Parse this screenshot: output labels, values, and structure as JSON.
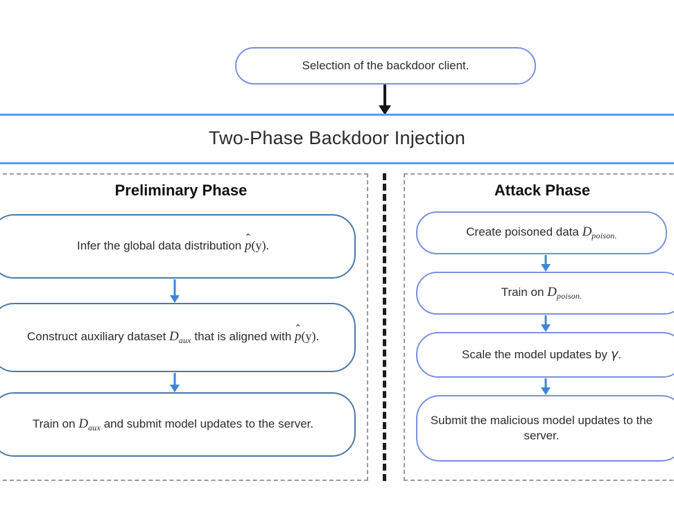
{
  "figure": {
    "title": "Two-Phase Backdoor Injection",
    "accent_blue": "#5b9bf0",
    "node_border_steel": "#4a77a8",
    "node_border_periwinkle": "#7a90dd",
    "arrow_blue": "#3f86d2",
    "arrow_black": "#161616",
    "panel_dash_gray": "#9a9a9a",
    "divider_black": "#1c1c1c"
  },
  "top_node": {
    "label": "Selection of the backdoor client."
  },
  "preliminary_phase": {
    "heading": "Preliminary Phase",
    "steps": [
      {
        "pre": "Infer the global data distribution ",
        "hat_var": "p",
        "post": "(y)."
      },
      {
        "pre": "Construct auxiliary dataset ",
        "var": "D",
        "subscript": "aux",
        "mid": " that is aligned with ",
        "hat_var": "p",
        "post": "(y)."
      },
      {
        "pre": "Train on ",
        "var": "D",
        "subscript": "aux",
        "post": " and submit model updates to the server."
      }
    ]
  },
  "attack_phase": {
    "heading": "Attack Phase",
    "steps": [
      {
        "pre": "Create poisoned data ",
        "var": "D",
        "subscript": "poison",
        "post": "."
      },
      {
        "pre": "Train on ",
        "var": "D",
        "subscript": "poison",
        "post": "."
      },
      {
        "pre": "Scale the model updates by ",
        "greek": "γ",
        "post": "."
      },
      {
        "pre": "Submit the malicious model updates to the server.",
        "post": ""
      }
    ]
  }
}
